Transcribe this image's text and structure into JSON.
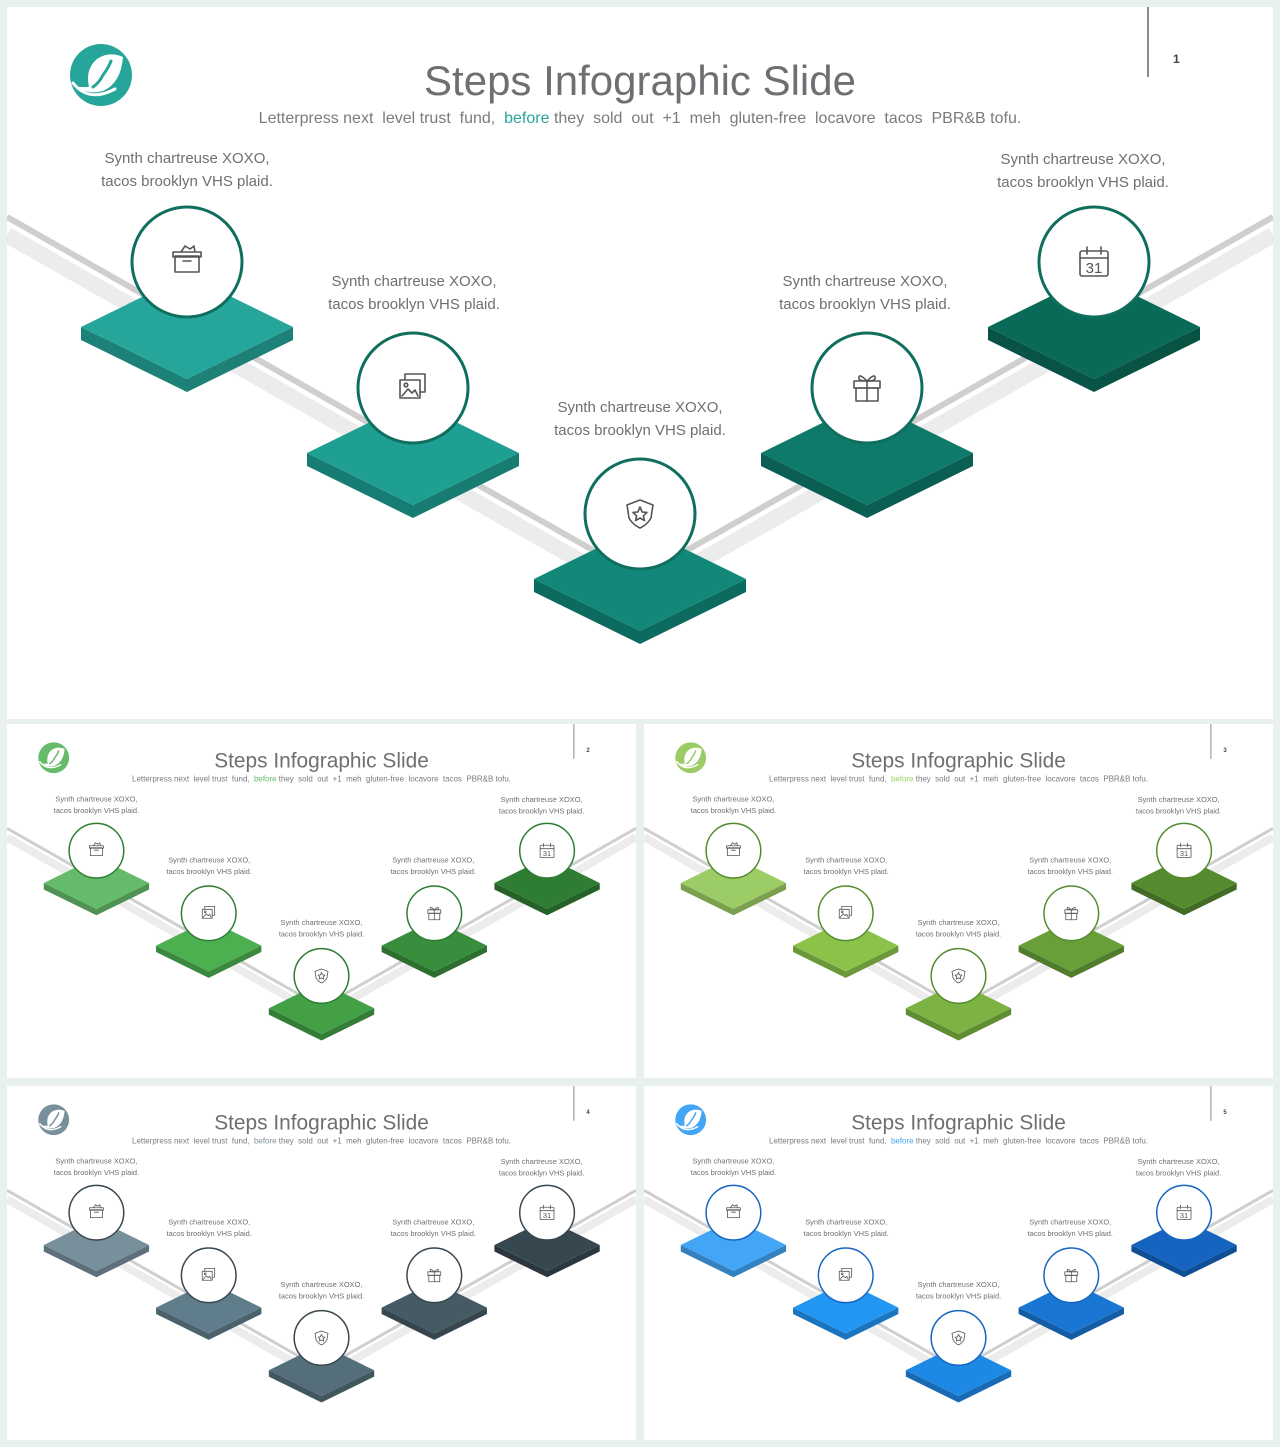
{
  "title": "Steps Infographic Slide",
  "subtitle": {
    "before": "Letterpress next  level trust  fund,  ",
    "highlight": "before",
    "after": " they  sold  out  +1  meh  gluten-free  locavore  tacos  PBR&B tofu."
  },
  "steps": [
    {
      "line1": "Synth chartreuse XOXO,",
      "line2": "tacos brooklyn VHS  plaid.",
      "icon": "archive-box-icon"
    },
    {
      "line1": "Synth chartreuse XOXO,",
      "line2": "tacos brooklyn VHS  plaid.",
      "icon": "image-gallery-icon"
    },
    {
      "line1": "Synth chartreuse XOXO,",
      "line2": "tacos brooklyn VHS  plaid.",
      "icon": "shield-star-icon"
    },
    {
      "line1": "Synth chartreuse XOXO,",
      "line2": "tacos brooklyn VHS  plaid.",
      "icon": "gift-icon"
    },
    {
      "line1": "Synth chartreuse XOXO,",
      "line2": "tacos brooklyn VHS  plaid.",
      "icon": "calendar-icon"
    }
  ],
  "calendar_day": "31",
  "slides": [
    {
      "page": "1",
      "colors": [
        "#26a69a",
        "#1e9f92",
        "#11887a",
        "#0e7a69",
        "#0a6a58"
      ],
      "logo_color": "#26a69a",
      "highlight_color": "#26a69a",
      "ring_color": "#0f6e5e"
    },
    {
      "page": "2",
      "colors": [
        "#66bb6a",
        "#4caf50",
        "#43a047",
        "#388e3c",
        "#2e7d32"
      ],
      "logo_color": "#66bb6a",
      "highlight_color": "#66bb6a",
      "ring_color": "#2e7d32"
    },
    {
      "page": "3",
      "colors": [
        "#9ccc65",
        "#8bc34a",
        "#7cb342",
        "#689f38",
        "#558b2f"
      ],
      "logo_color": "#9ccc65",
      "highlight_color": "#9ccc65",
      "ring_color": "#558b2f"
    },
    {
      "page": "4",
      "colors": [
        "#78909c",
        "#607d8b",
        "#546e7a",
        "#455a64",
        "#37474f"
      ],
      "logo_color": "#78909c",
      "highlight_color": "#78909c",
      "ring_color": "#37474f"
    },
    {
      "page": "5",
      "colors": [
        "#42a5f5",
        "#2196f3",
        "#1e88e5",
        "#1976d2",
        "#1565c0"
      ],
      "logo_color": "#42a5f5",
      "highlight_color": "#42a5f5",
      "ring_color": "#1565c0"
    }
  ]
}
